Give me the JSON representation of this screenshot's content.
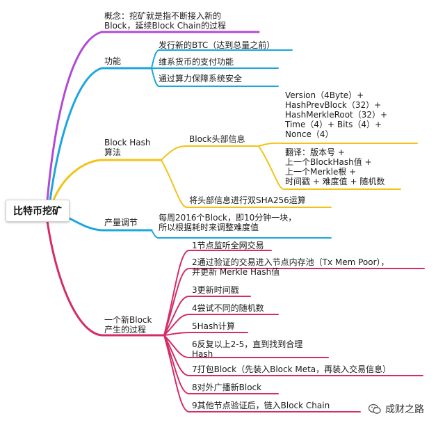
{
  "root": "比特币挖矿",
  "concept": "概念：挖矿就是指不断接入新的\nBlock，延续Block Chain的过程",
  "func": {
    "label": "功能",
    "items": [
      "发行新的BTC（达到总量之前）",
      "维系货币的支付功能",
      "通过算力保障系统安全"
    ]
  },
  "hash": {
    "label": "Block Hash\n算法",
    "header": {
      "label": "Block头部信息",
      "fields": "Version（4Byte）+\nHashPrevBlock（32）+\nHashMerkleRoot（32）+\nTime（4）+ Bits（4）+\nNonce（4）",
      "translation": "翻译：版本号 +\n上一个BlockHash值 +\n上一个Merkle根 +\n时间戳 + 难度值 + 随机数"
    },
    "double_sha": "将头部信息进行双SHA256运算"
  },
  "output": {
    "label": "产量调节",
    "text": "每周2016个Block，即10分钟一块，\n所以根据耗时来调整难度值"
  },
  "process": {
    "label": "一个新Block\n产生的过程",
    "steps": [
      "1节点监听全网交易",
      "2通过验证的交易进入节点内存池（Tx Mem Poor），\n并更新 Merkle Hash值",
      "3更新时间戳",
      "4尝试不同的随机数",
      "5Hash计算",
      "6反复以上2-5，直到找到合理\nHash",
      "7打包Block（先装入Block Meta，再装入交易信息）",
      "8对外广播新Block",
      "9其他节点验证后，链入Block Chain"
    ]
  },
  "watermark": "成财之路",
  "colors": {
    "purple": "#b04ad6",
    "blue": "#1aa6de",
    "yellow": "#f2c316",
    "pink": "#d42c64"
  }
}
